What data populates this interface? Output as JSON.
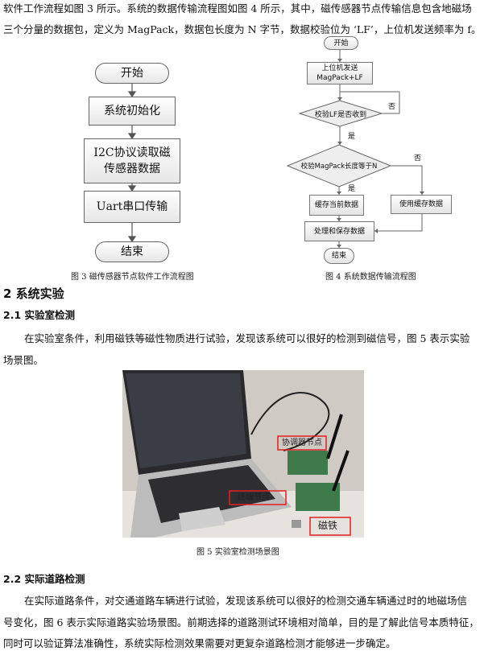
{
  "intro": {
    "line1": "软件工作流程如图 3 所示。系统的数据传输流程图如图 4 所示，其中，磁传感器节点传输信息包含地磁场",
    "line2": "三个分量的数据包，定义为 MagPack，数据包长度为 N 字节，数据校验位为 ‘LF’，上位机发送频率为 f。"
  },
  "fig3": {
    "start": "开始",
    "init": "系统初始化",
    "read": "I2C协议读取磁传感器数据",
    "uart": "Uart串口传输",
    "end": "结束",
    "caption": "图 3  磁传感器节点软件工作流程图"
  },
  "fig4": {
    "start": "开始",
    "send": "上位机发送\nMagPack+LF",
    "check_lf": "校验LF是否收到",
    "no1": "否",
    "yes1": "是",
    "check_len": "校验MagPack长度等于N",
    "no2": "否",
    "yes2": "是",
    "cache_current": "缓存当前数据",
    "use_cache": "使用缓存数据",
    "process": "处理和保存数据",
    "end": "结束",
    "caption": "图 4  系统数据传输流程图"
  },
  "section2": {
    "title": "2   系统实验"
  },
  "section21": {
    "title": "2.1  实验室检测",
    "line1": "在实验室条件，利用磁铁等磁性物质进行试验，发现该系统可以很好的检测到磁信号，图 5 表示实验",
    "line2": "场景图。"
  },
  "fig5": {
    "coord_label": "协调器节点",
    "terminal_label": "终端节点",
    "magnet_label": "磁铁",
    "caption": "图 5  实验室检测场景图"
  },
  "section22": {
    "title": "2.2  实际道路检测",
    "line1": "在实际道路条件，对交通道路车辆进行试验，发现该系统可以很好的检测交通车辆通过时的地磁场信",
    "line2": "号变化，图 6 表示实际道路实验场景图。前期选择的道路测试环境相对简单，目的是了解此信号本质特征，",
    "line3": "同时可以验证算法准确性，系统实际检测效果需要对更复杂道路检测才能够进一步确定。"
  }
}
